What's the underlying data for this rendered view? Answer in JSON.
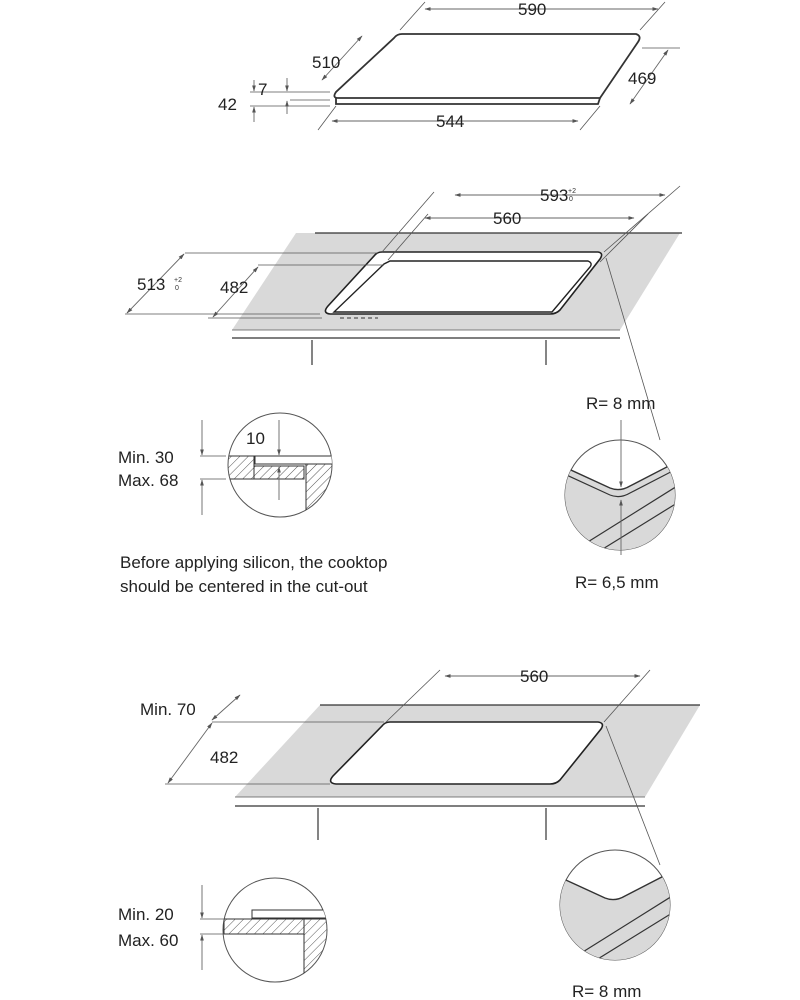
{
  "cooktop_dimensions": {
    "width": "590",
    "depth": "510",
    "base_depth": "469",
    "base_width": "544",
    "height": "42",
    "glass_height": "7"
  },
  "cutout_flush": {
    "outer_width": "593",
    "outer_width_tol_plus": "+2",
    "outer_width_tol_minus": "0",
    "inner_width": "560",
    "outer_depth": "513",
    "outer_depth_tol_plus": "+2",
    "outer_depth_tol_minus": "0",
    "inner_depth": "482"
  },
  "section_flush": {
    "min": "Min. 30",
    "max": "Max. 68",
    "step": "10"
  },
  "corner_flush": {
    "outer_radius": "R= 8 mm",
    "inner_radius": "R= 6,5 mm"
  },
  "note": {
    "line1": "Before applying silicon, the cooktop",
    "line2": "should be centered in the cut-out"
  },
  "cutout_standard": {
    "width": "560",
    "depth": "482",
    "min_front": "Min. 70"
  },
  "section_standard": {
    "min": "Min. 20",
    "max": "Max. 60"
  },
  "corner_standard": {
    "radius": "R= 8 mm"
  }
}
